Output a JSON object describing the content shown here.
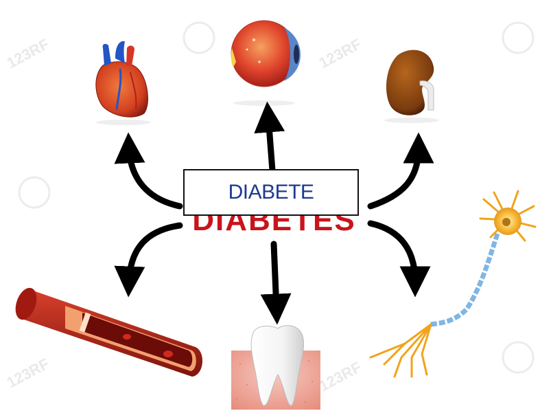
{
  "center": {
    "label": "DIABETE",
    "background_word": "DIABETES",
    "label_color": "#1d3a8c",
    "background_word_color": "#c8141b"
  },
  "watermark": {
    "text": "123RF"
  },
  "organs": [
    {
      "name": "heart",
      "icon": "heart-icon"
    },
    {
      "name": "eye",
      "icon": "eye-icon"
    },
    {
      "name": "kidney",
      "icon": "kidney-icon"
    },
    {
      "name": "blood-vessel",
      "icon": "blood-vessel-icon"
    },
    {
      "name": "tooth",
      "icon": "tooth-icon"
    },
    {
      "name": "neuron",
      "icon": "neuron-icon"
    }
  ],
  "arrow_color": "#000000"
}
